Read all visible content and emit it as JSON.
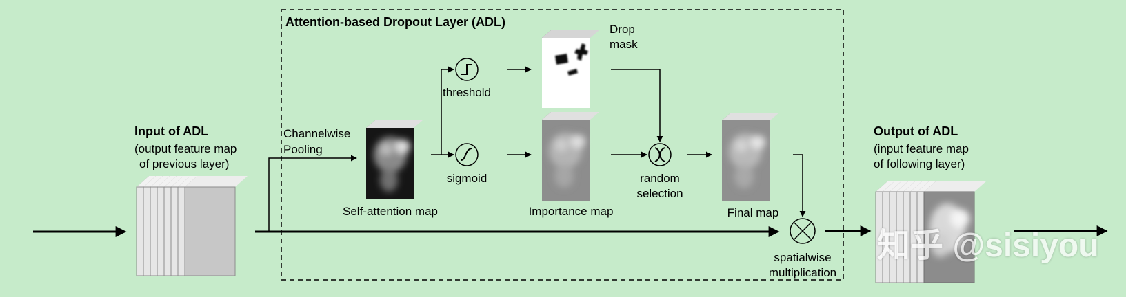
{
  "adl_box": {
    "title": "Attention-based Dropout Layer (ADL)"
  },
  "input": {
    "title": "Input of ADL",
    "line1": "(output feature map",
    "line2": "of previous layer)"
  },
  "output": {
    "title": "Output of ADL",
    "line1": "(input feature map",
    "line2": "of following layer)"
  },
  "pooling": {
    "line1": "Channelwise",
    "line2": "Pooling"
  },
  "nodes": {
    "threshold": "threshold",
    "sigmoid": "sigmoid",
    "random_selection": {
      "line1": "random",
      "line2": "selection"
    },
    "spatialwise": {
      "line1": "spatialwise",
      "line2": "multiplication"
    }
  },
  "maps": {
    "self_attention": "Self-attention map",
    "drop_mask": {
      "line1": "Drop",
      "line2": "mask"
    },
    "importance": "Importance map",
    "final": "Final map"
  },
  "watermark": "知乎 @sisiyou",
  "colors": {
    "background": "#c6ebca",
    "ink": "#000000"
  }
}
